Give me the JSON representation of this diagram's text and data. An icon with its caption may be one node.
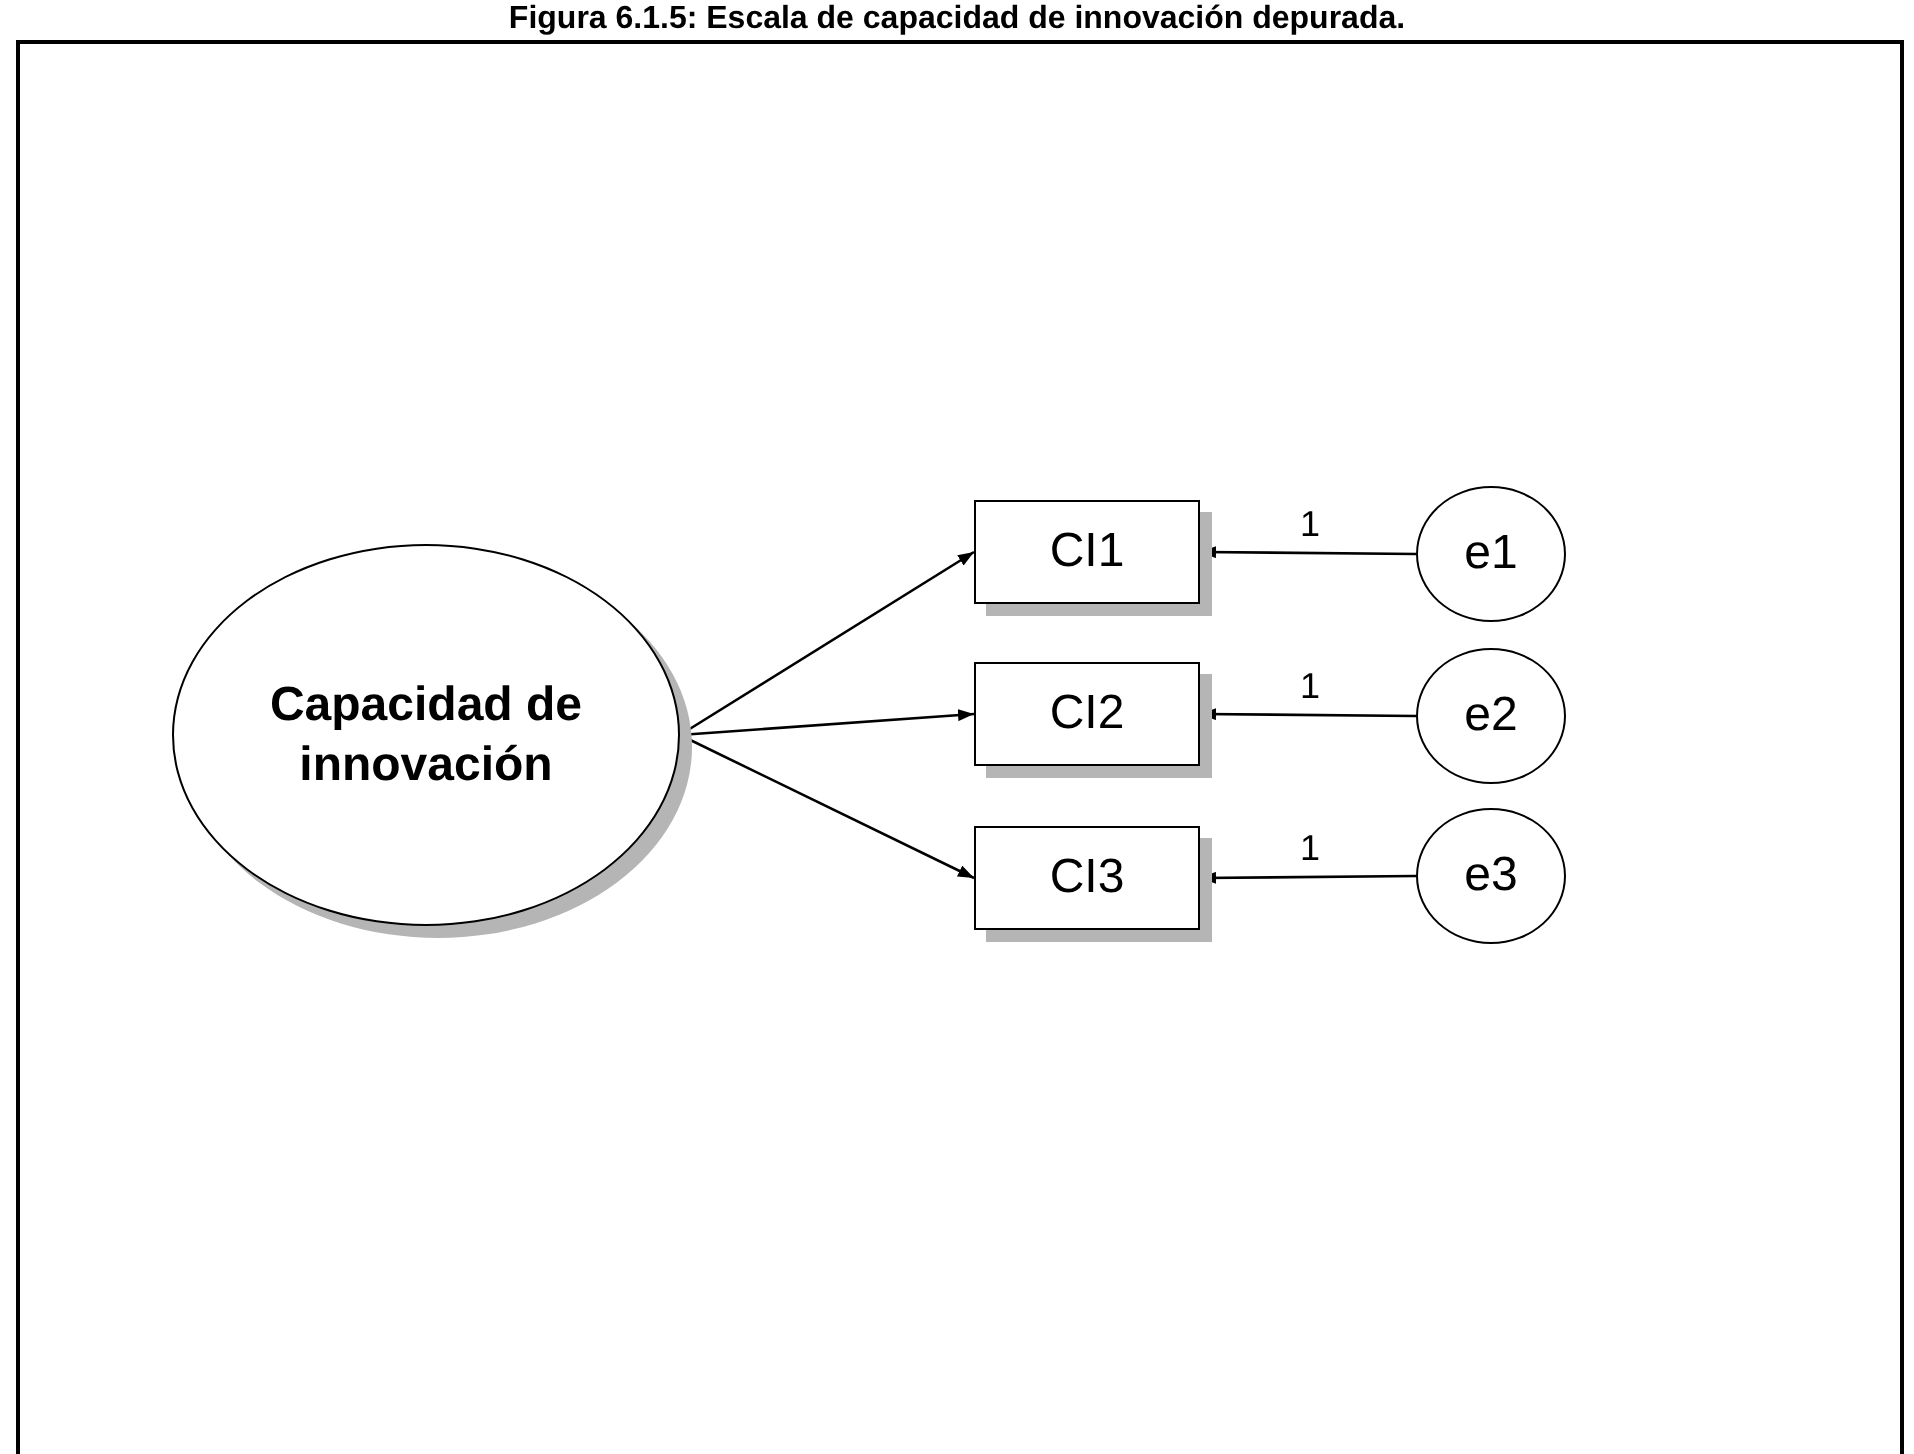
{
  "diagram": {
    "title": "Figura 6.1.5: Escala de capacidad de innovación depurada.",
    "nodes": [
      {
        "text": [
          "Capacidad de innovación"
        ]
      },
      {
        "text": [
          "CI1"
        ]
      },
      {
        "text": [
          "CI2"
        ]
      },
      {
        "text": [
          "CI3"
        ]
      },
      {
        "text": [
          "e1"
        ]
      },
      {
        "text": [
          "e2"
        ]
      },
      {
        "text": [
          "e3"
        ]
      }
    ],
    "edges": [
      {
        "from": 0,
        "to": 1,
        "arrow": "to"
      },
      {
        "from": 0,
        "to": 2,
        "arrow": "to"
      },
      {
        "from": 0,
        "to": 3,
        "arrow": "to"
      },
      {
        "from": 4,
        "to": 1,
        "arrow": "to",
        "label": "1"
      },
      {
        "from": 5,
        "to": 2,
        "arrow": "to",
        "label": "1"
      },
      {
        "from": 6,
        "to": 3,
        "arrow": "to",
        "label": "1"
      }
    ]
  }
}
